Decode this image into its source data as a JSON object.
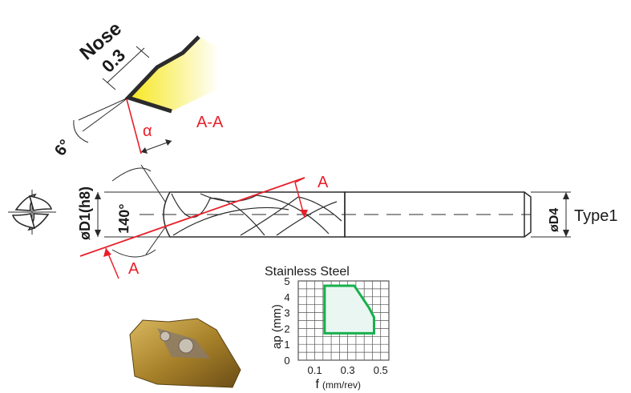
{
  "nose_detail": {
    "title": "Nose",
    "chamfer": "0.3",
    "angle": "6°",
    "alpha": "α",
    "section": "A-A"
  },
  "drill": {
    "point_angle": "140°",
    "d1_label": "øD1(h8)",
    "d4_label": "øD4",
    "type_label": "Type1",
    "section_mark": "A"
  },
  "chart_data": {
    "type": "area",
    "title": "Stainless Steel",
    "xlabel": "f",
    "xunit": "(mm/rev)",
    "ylabel": "ap (mm)",
    "xticks": [
      "0.1",
      "0.3",
      "0.5"
    ],
    "yticks": [
      "0",
      "1",
      "2",
      "3",
      "4",
      "5"
    ],
    "xlim": [
      0,
      0.55
    ],
    "ylim": [
      0,
      5
    ],
    "region": [
      [
        0.16,
        1.7
      ],
      [
        0.16,
        4.7
      ],
      [
        0.34,
        4.7
      ],
      [
        0.43,
        3.3
      ],
      [
        0.46,
        2.7
      ],
      [
        0.46,
        1.7
      ]
    ],
    "colors": {
      "region_fill": "#e9f6f1",
      "region_stroke": "#18b04c",
      "grid": "#555555"
    }
  },
  "colors": {
    "accent_red": "#e8202a",
    "tool_yellow": "#f6e71c",
    "insert_gold": "#b08a2c"
  }
}
